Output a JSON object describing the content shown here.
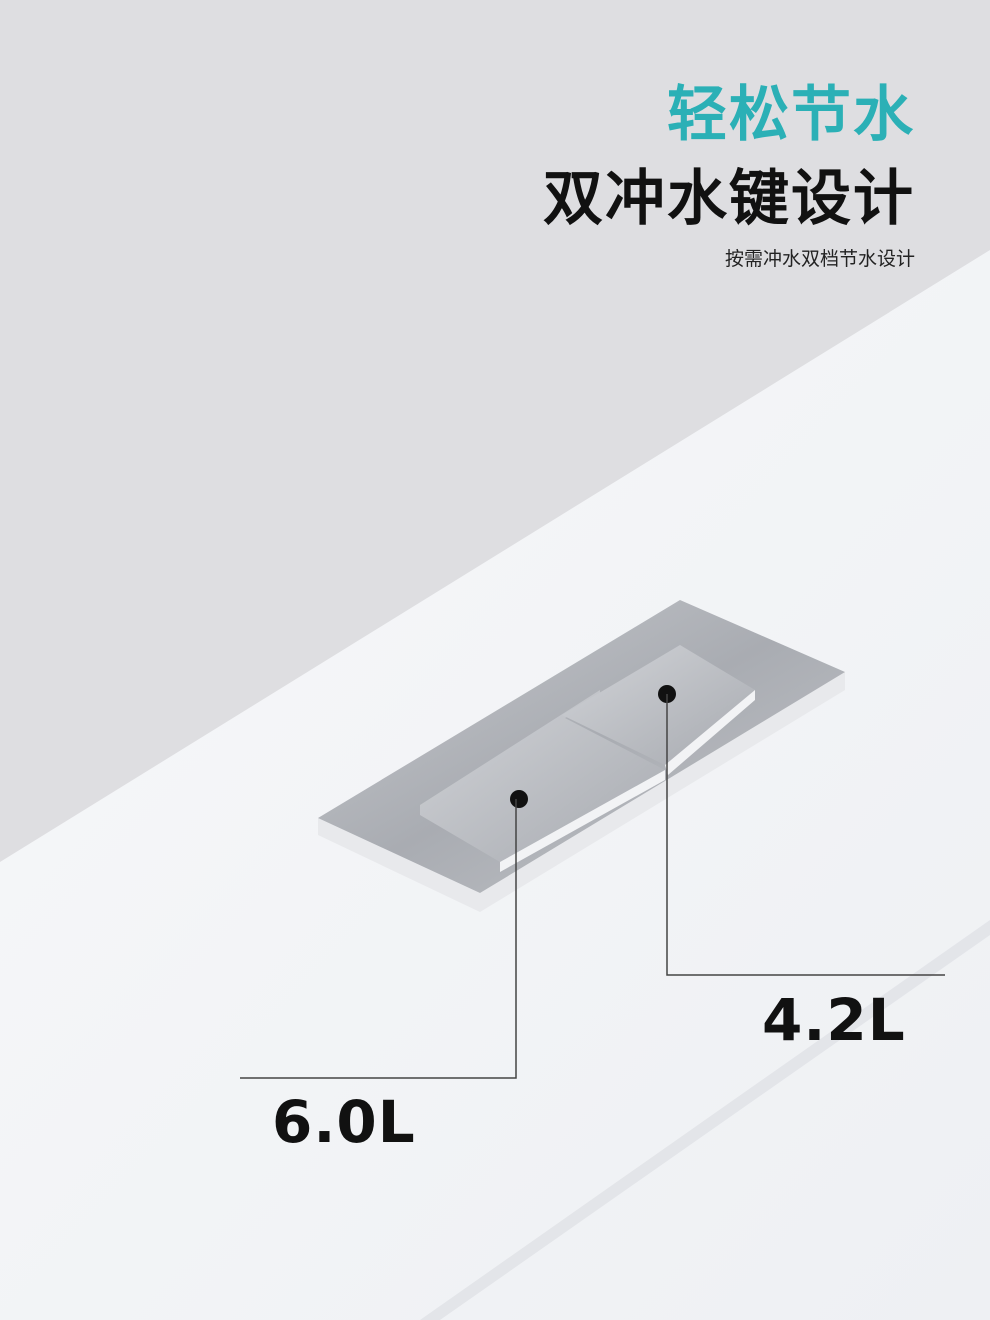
{
  "headline": "轻松节水",
  "title": "双冲水键设计",
  "subtitle": "按需冲水双档节水设计",
  "labels": {
    "full_flush": "6.0L",
    "half_flush": "4.2L"
  },
  "colors": {
    "accent": "#2bb0b6",
    "text": "#111111",
    "background": "#dedee1"
  }
}
